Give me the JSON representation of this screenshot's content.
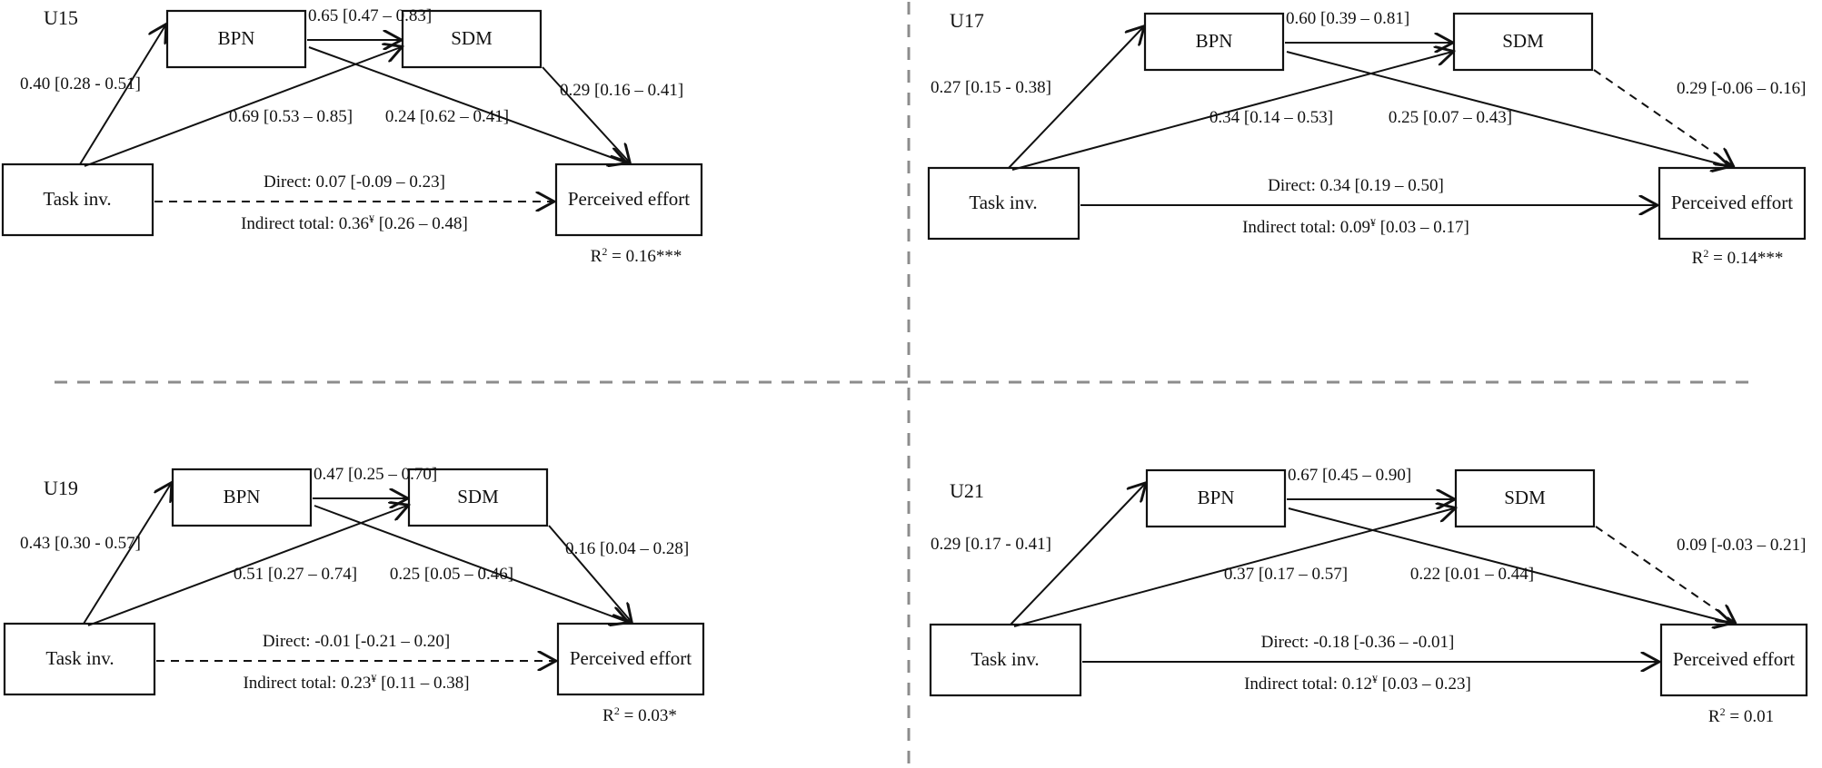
{
  "figure": {
    "type": "path-diagram-grid",
    "panel_count": 4,
    "dividers": {
      "vertical": true,
      "horizontal": true
    }
  },
  "node_labels": {
    "bpn": "BPN",
    "sdm": "SDM",
    "task": "Task inv.",
    "effort": "Perceived effort"
  },
  "prefix": {
    "direct": "Direct: ",
    "indirect": "Indirect total: ",
    "r2": "R",
    "r2_exp": "2",
    "r2_eq": " = ",
    "indirect_mark": "¥"
  },
  "panels": [
    {
      "id": "U15",
      "title": "U15",
      "position": "top-left",
      "paths": {
        "task_to_bpn": "0.40 [0.28 - 0.51]",
        "bpn_to_sdm": "0.65 [0.47 – 0.83]",
        "task_to_sdm": "0.69 [0.53 – 0.85]",
        "bpn_to_effort": "0.24 [0.62 – 0.41]",
        "sdm_to_effort": "0.29 [0.16 – 0.41]",
        "direct": "0.07 [-0.09 – 0.23]",
        "indirect_value": "0.36",
        "indirect_ci": "[0.26 – 0.48]"
      },
      "direct_line_style": "dashed",
      "sdm_effort_style": "solid",
      "r2_value": "0.16",
      "r2_stars": "***"
    },
    {
      "id": "U17",
      "title": "U17",
      "position": "top-right",
      "paths": {
        "task_to_bpn": "0.27 [0.15 - 0.38]",
        "bpn_to_sdm": "0.60 [0.39 – 0.81]",
        "task_to_sdm": "0.34 [0.14 – 0.53]",
        "bpn_to_effort": "0.25 [0.07 – 0.43]",
        "sdm_to_effort": "0.29 [-0.06 – 0.16]",
        "direct": "0.34 [0.19 – 0.50]",
        "indirect_value": "0.09",
        "indirect_ci": "[0.03 – 0.17]"
      },
      "direct_line_style": "solid",
      "sdm_effort_style": "dashed",
      "r2_value": "0.14",
      "r2_stars": "***"
    },
    {
      "id": "U19",
      "title": "U19",
      "position": "bottom-left",
      "paths": {
        "task_to_bpn": "0.43 [0.30 - 0.57]",
        "bpn_to_sdm": "0.47 [0.25 – 0.70]",
        "task_to_sdm": "0.51 [0.27 – 0.74]",
        "bpn_to_effort": "0.25 [0.05 – 0.46]",
        "sdm_to_effort": "0.16 [0.04 – 0.28]",
        "direct": "-0.01 [-0.21 – 0.20]",
        "indirect_value": "0.23",
        "indirect_ci": "[0.11 – 0.38]"
      },
      "direct_line_style": "dashed",
      "sdm_effort_style": "solid",
      "r2_value": "0.03",
      "r2_stars": "*"
    },
    {
      "id": "U21",
      "title": "U21",
      "position": "bottom-right",
      "paths": {
        "task_to_bpn": "0.29 [0.17 - 0.41]",
        "bpn_to_sdm": "0.67 [0.45 – 0.90]",
        "task_to_sdm": "0.37 [0.17 – 0.57]",
        "bpn_to_effort": "0.22 [0.01 – 0.44]",
        "sdm_to_effort": "0.09 [-0.03 – 0.21]",
        "direct": "-0.18 [-0.36 – -0.01]",
        "indirect_value": "0.12",
        "indirect_ci": "[0.03 – 0.23]"
      },
      "direct_line_style": "solid",
      "sdm_effort_style": "dashed",
      "r2_value": "0.01",
      "r2_stars": ""
    }
  ],
  "colors": {
    "ink": "#111111",
    "divider": "#8c8c8c",
    "background": "#ffffff"
  }
}
